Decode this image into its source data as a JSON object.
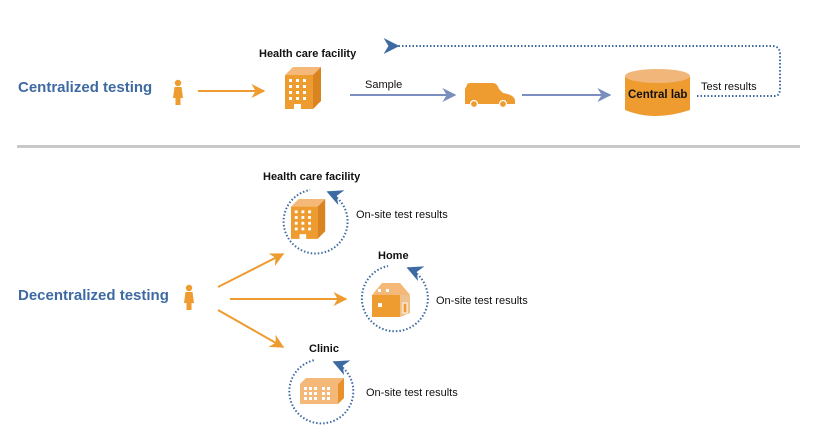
{
  "colors": {
    "orange": "#ee9b2f",
    "orange_light": "#f4b878",
    "blue_arrow": "#7b8fbf",
    "blue_dotted": "#3e6aa3",
    "title_blue": "#3e6aa3",
    "divider": "#c8c8c8"
  },
  "centralized": {
    "title": "Centralized testing",
    "facility_label": "Health care facility",
    "sample_label": "Sample",
    "lab_label": "Central lab",
    "results_label": "Test results",
    "icons": [
      "person-icon",
      "building-icon",
      "van-icon",
      "lab-cylinder-icon"
    ]
  },
  "decentralized": {
    "title": "Decentralized testing",
    "sites": [
      {
        "name": "Health care facility",
        "icon": "building-icon",
        "result_label": "On-site test results"
      },
      {
        "name": "Home",
        "icon": "house-icon",
        "result_label": "On-site test results"
      },
      {
        "name": "Clinic",
        "icon": "clinic-icon",
        "result_label": "On-site test results"
      }
    ]
  }
}
